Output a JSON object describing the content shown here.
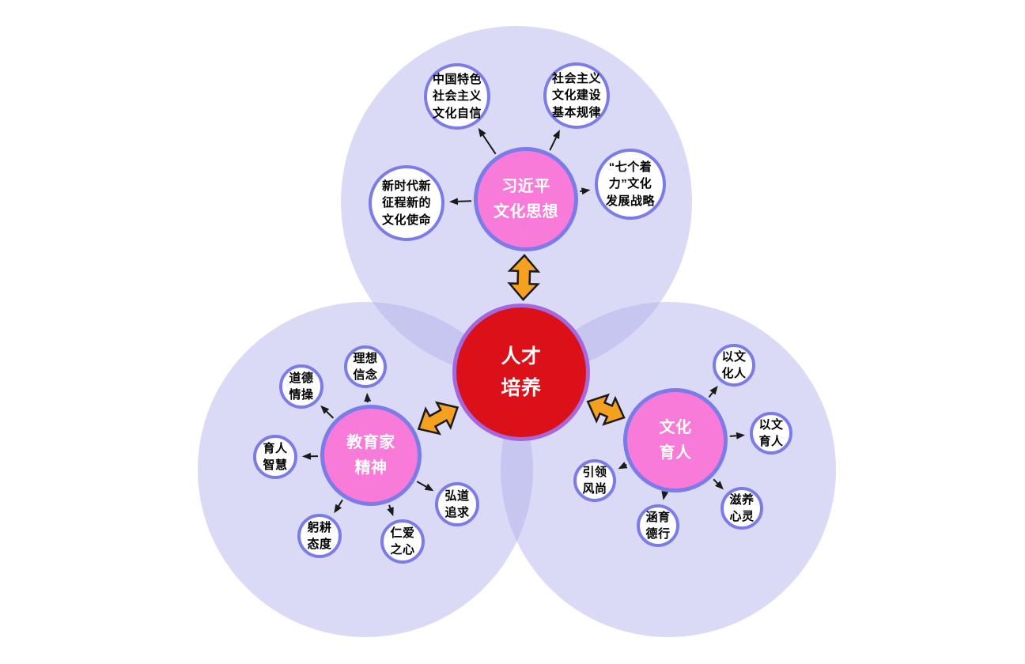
{
  "diagram": {
    "center": {
      "id": "talent-cultivation",
      "label": "人才\n培养"
    },
    "clusters": [
      {
        "id": "xi-jinping-culture-thought",
        "label": "习近平\n文化思想",
        "satellites": [
          {
            "id": "cultural-confidence",
            "label": "中国特色\n社会主义\n文化自信"
          },
          {
            "id": "socialist-culture-construction-rules",
            "label": "社会主义\n文化建设\n基本规律"
          },
          {
            "id": "seven-focus-culture-strategy",
            "label": "“七个着\n力”文化\n发展战略"
          },
          {
            "id": "new-era-cultural-mission",
            "label": "新时代新\n征程新的\n文化使命"
          }
        ]
      },
      {
        "id": "educator-spirit",
        "label": "教育家\n精神",
        "satellites": [
          {
            "id": "ideal-belief",
            "label": "理想\n信念"
          },
          {
            "id": "moral-sentiment",
            "label": "道德\n情操"
          },
          {
            "id": "educating-wisdom",
            "label": "育人\n智慧"
          },
          {
            "id": "diligent-attitude",
            "label": "躬耕\n态度"
          },
          {
            "id": "benevolent-heart",
            "label": "仁爱\n之心"
          },
          {
            "id": "dao-promoting-pursuit",
            "label": "弘道\n追求"
          }
        ]
      },
      {
        "id": "culture-educates-people",
        "label": "文化\n育人",
        "satellites": [
          {
            "id": "cultivate-people-with-culture",
            "label": "以文\n化人"
          },
          {
            "id": "educate-people-with-culture",
            "label": "以文\n育人"
          },
          {
            "id": "nourish-soul",
            "label": "滋养\n心灵"
          },
          {
            "id": "cultivate-virtue",
            "label": "涵育\n德行"
          },
          {
            "id": "lead-fashion",
            "label": "引领\n风尚"
          }
        ]
      }
    ],
    "colors": {
      "background": "#ffffff",
      "venn_fill": "rgba(173,173,235,0.45)",
      "hub_fill": "#f87ad9",
      "hub_border": "#7b7ce8",
      "hub_text": "#ffffff",
      "center_fill": "#dc1019",
      "center_border": "#a467dd",
      "center_text": "#ffffff",
      "satellite_fill": "#ffffff",
      "satellite_border": "#7b7ce8",
      "satellite_text": "#000000",
      "arrow_fill": "#f5a01e",
      "arrow_outline": "#1a1a1a",
      "connector": "#1a1a1a"
    }
  }
}
